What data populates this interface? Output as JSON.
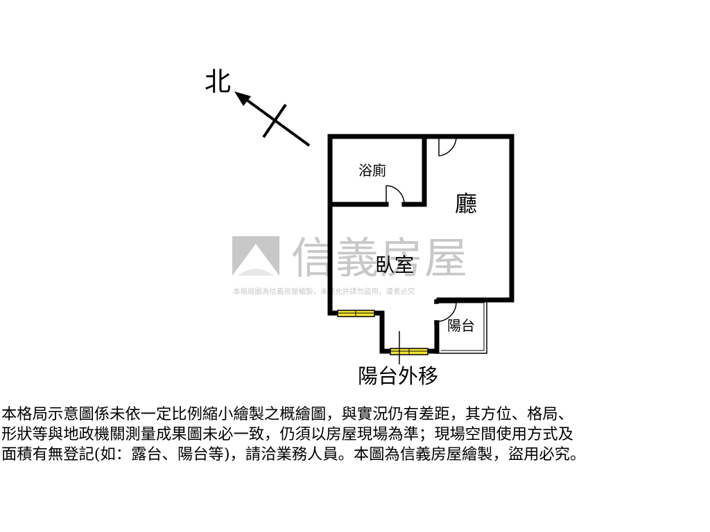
{
  "compass": {
    "label": "北"
  },
  "rooms": {
    "bathroom": "浴廁",
    "living": "廳",
    "bedroom": "臥室",
    "balcony": "陽台"
  },
  "annotation": {
    "balcony_moved": "陽台外移"
  },
  "watermark": {
    "brand": "信義房屋",
    "notice": "本格局圖為信義房屋繪製，未經允許請勿盜用，違者必究",
    "logo_color": "#c8c8c8"
  },
  "colors": {
    "window_fill": "#f2e631",
    "wall": "#000000"
  },
  "disclaimer": {
    "lines": [
      "本格局示意圖係未依一定比例縮小繪製之概繪圖，與實況仍有差距，其方位、格局、",
      "形狀等與地政機關測量成果圖未必一致，仍須以房屋現場為準；現場空間使用方式及",
      "面積有無登記(如：露台、陽台等)，請洽業務人員。本圖為信義房屋繪製，盜用必究。"
    ]
  }
}
